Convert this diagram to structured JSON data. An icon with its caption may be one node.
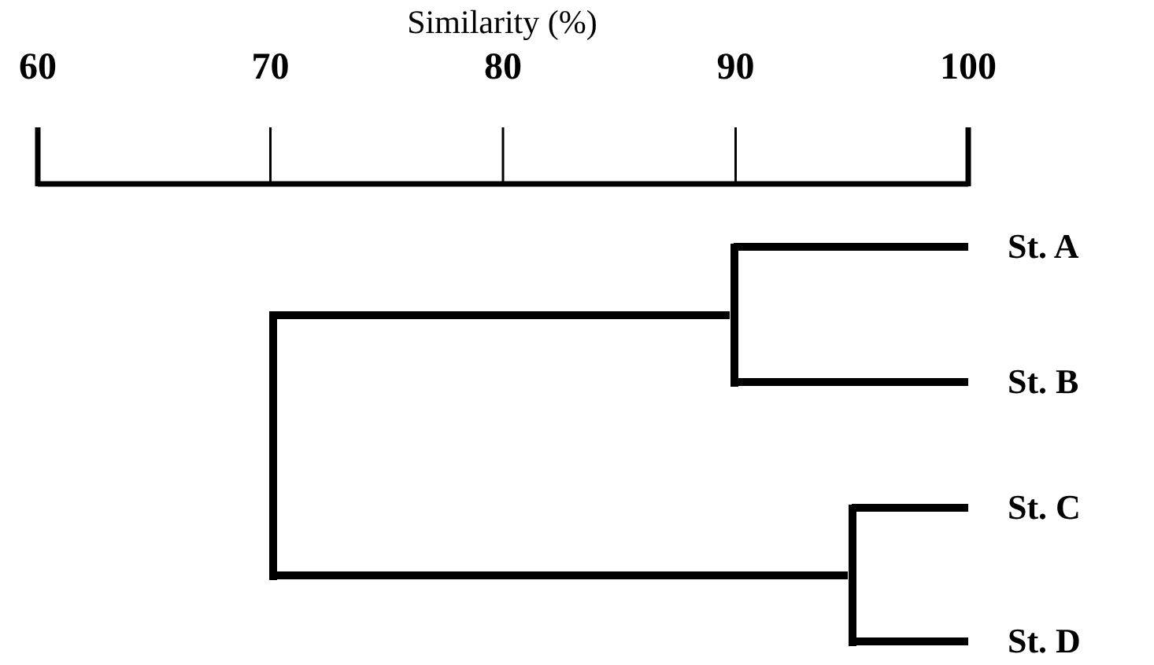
{
  "diagram": {
    "nodes": [
      {
        "text": [
          "St. A"
        ]
      },
      {
        "text": [
          "St. B"
        ]
      },
      {
        "text": [
          "St. C"
        ]
      },
      {
        "text": [
          "St. D"
        ]
      },
      {
        "text": [],
        "shape": "bar"
      },
      {
        "text": [],
        "shape": "bar"
      },
      {
        "text": [],
        "shape": "bar"
      }
    ],
    "edges": [
      {
        "from": 4,
        "to": 0,
        "arrow": "none"
      },
      {
        "from": 4,
        "to": 1,
        "arrow": "none"
      },
      {
        "from": 5,
        "to": 2,
        "arrow": "none"
      },
      {
        "from": 5,
        "to": 3,
        "arrow": "none"
      },
      {
        "from": 6,
        "to": 4,
        "arrow": "none"
      },
      {
        "from": 6,
        "to": 5,
        "arrow": "none"
      }
    ],
    "labels": [
      "Similarity (%)",
      "60",
      "70",
      "80",
      "90",
      "100"
    ]
  }
}
